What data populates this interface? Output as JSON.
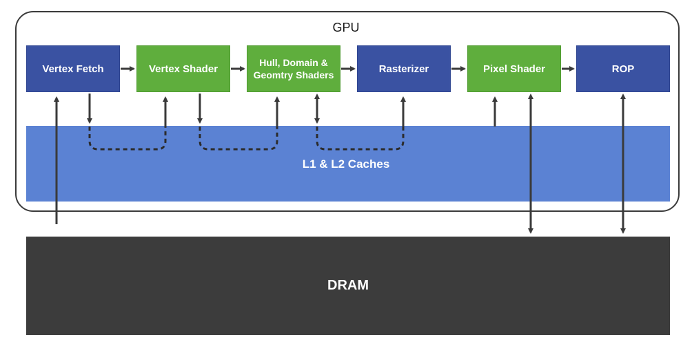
{
  "gpu": {
    "title": "GPU",
    "stages": [
      {
        "label": "Vertex Fetch",
        "color": "#3a52a2"
      },
      {
        "label": "Vertex Shader",
        "color": "#5fae3d"
      },
      {
        "label": "Hull, Domain & Geomtry Shaders",
        "color": "#5fae3d"
      },
      {
        "label": "Rasterizer",
        "color": "#3a52a2"
      },
      {
        "label": "Pixel Shader",
        "color": "#5fae3d"
      },
      {
        "label": "ROP",
        "color": "#3a52a2"
      }
    ],
    "cache_label": "L1 & L2 Caches"
  },
  "dram": {
    "label": "DRAM"
  },
  "colors": {
    "stage_blue": "#3a52a2",
    "stage_green": "#5fae3d",
    "cache": "#5b82d3",
    "dram": "#3c3c3c",
    "arrow": "#3a3a3a"
  }
}
